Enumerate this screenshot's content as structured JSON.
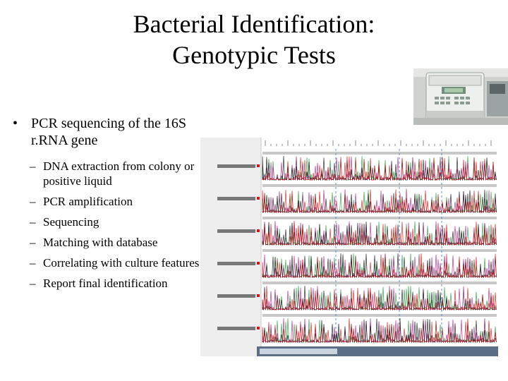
{
  "slide": {
    "title_line1": "Bacterial Identification:",
    "title_line2": "Genotypic Tests",
    "bullet": "PCR sequencing of the 16S r.RNA gene",
    "sub_items": [
      "DNA extraction from colony or positive liquid",
      "PCR amplification",
      "Sequencing",
      "Matching with database",
      "Correlating with culture features",
      "Report final identification"
    ]
  },
  "colors": {
    "trace_green": "#1e9a3a",
    "trace_magenta": "#b0208a",
    "trace_black": "#111111",
    "trace_red": "#d01818",
    "cursor_blue": "#3a78c8"
  }
}
